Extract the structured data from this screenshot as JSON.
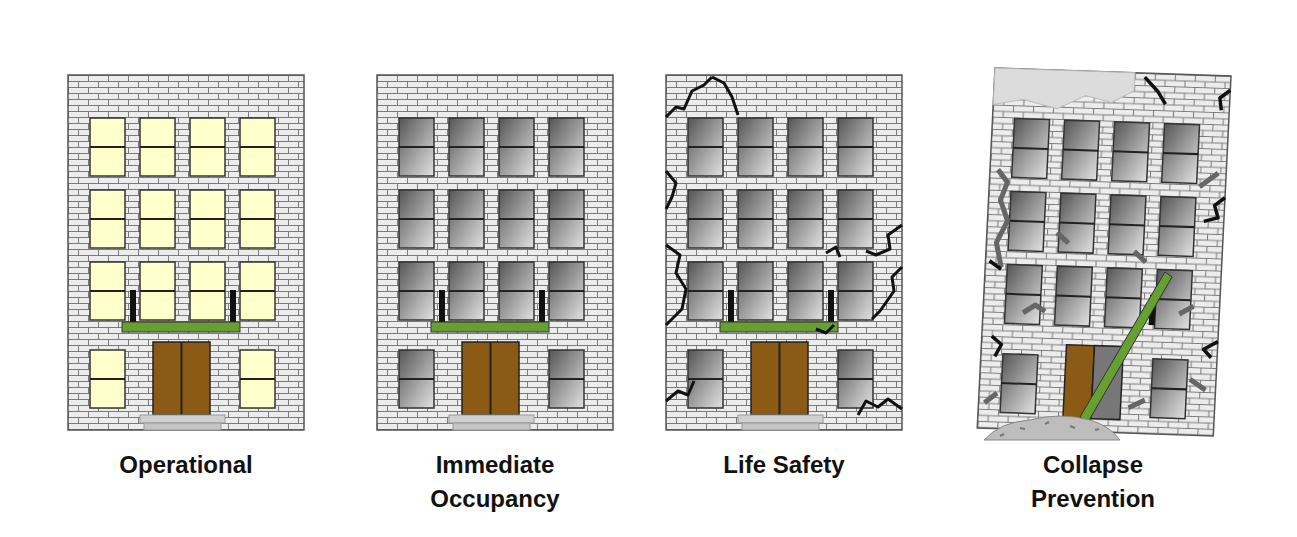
{
  "diagram": {
    "labels": [
      "Operational",
      "Immediate Occupancy",
      "Life Safety",
      "Collapse Prevention"
    ]
  }
}
